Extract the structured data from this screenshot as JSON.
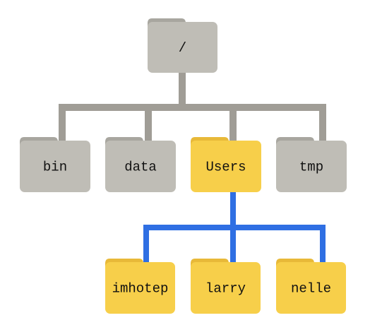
{
  "colors": {
    "gray_folder": "#bfbdb6",
    "gray_tab": "#a8a69f",
    "gray_line": "#a09d96",
    "yellow_folder": "#f7cf4a",
    "yellow_tab": "#e8b938",
    "blue_line": "#2f6fe3"
  },
  "tree": {
    "root": {
      "name": "/"
    },
    "level1": [
      {
        "name": "bin",
        "highlighted": false
      },
      {
        "name": "data",
        "highlighted": false
      },
      {
        "name": "Users",
        "highlighted": true
      },
      {
        "name": "tmp",
        "highlighted": false
      }
    ],
    "level2_parent": "Users",
    "level2": [
      {
        "name": "imhotep"
      },
      {
        "name": "larry"
      },
      {
        "name": "nelle"
      }
    ]
  }
}
